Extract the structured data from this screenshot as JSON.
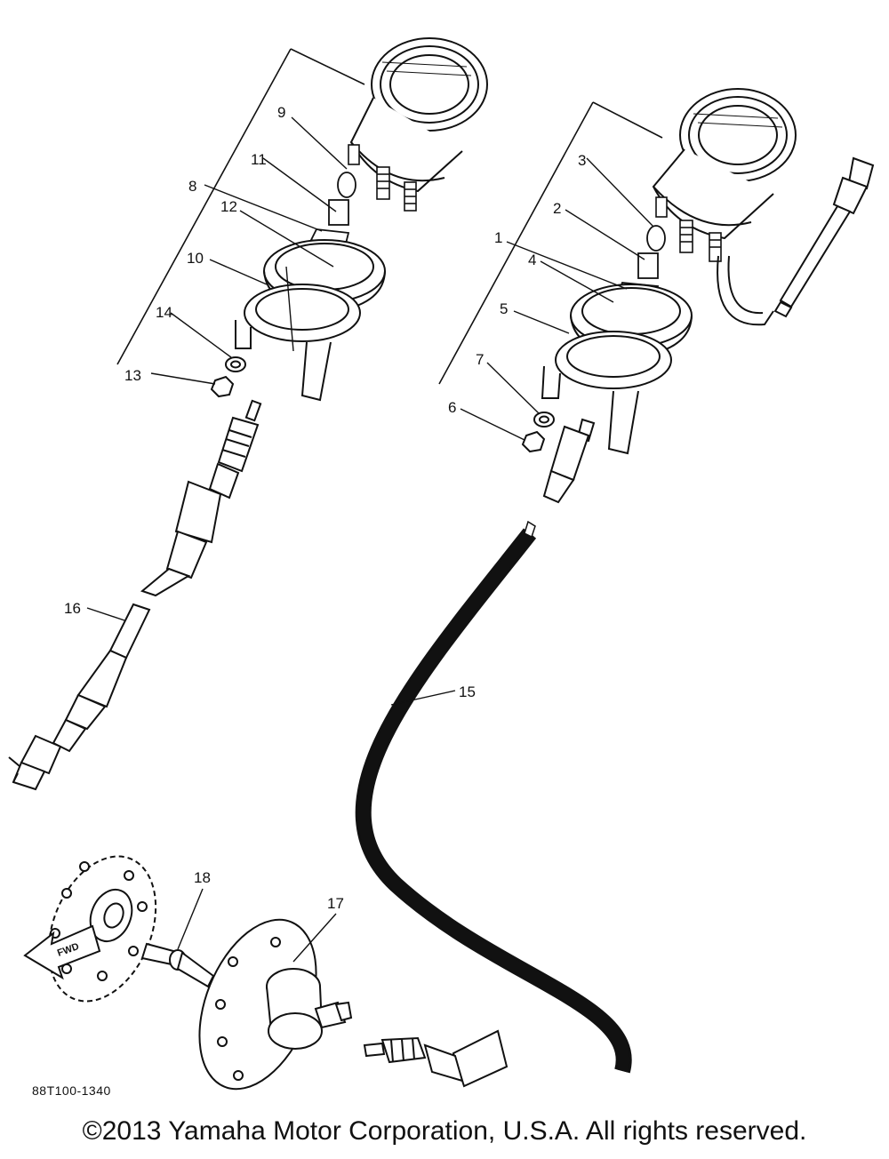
{
  "diagram": {
    "code": "88T100-1340",
    "fwd_label": "FWD",
    "parts": {
      "p1": "1",
      "p2": "2",
      "p3": "3",
      "p4": "4",
      "p5": "5",
      "p6": "6",
      "p7": "7",
      "p8": "8",
      "p9": "9",
      "p10": "10",
      "p11": "11",
      "p12": "12",
      "p13": "13",
      "p14": "14",
      "p15": "15",
      "p16": "16",
      "p17": "17",
      "p18": "18"
    }
  },
  "footer": {
    "copyright": "©2013 Yamaha Motor Corporation, U.S.A. All rights reserved."
  }
}
